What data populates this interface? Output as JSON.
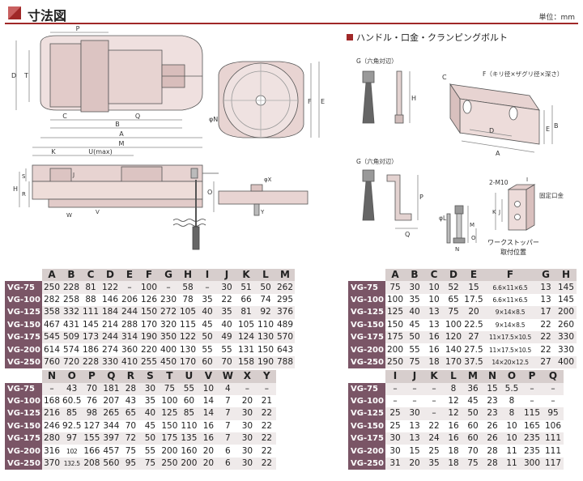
{
  "header": {
    "title": "寸法図",
    "unit": "単位：mm",
    "accent_color": "#a02828"
  },
  "drawings": {
    "section_title": "ハンドル・口金・クランピングボルト",
    "top_view_labels": {
      "P": "P",
      "D": "D",
      "T": "T",
      "C": "C",
      "Q": "Q",
      "B": "B",
      "A": "A"
    },
    "round_base_labels": {
      "phiN": "φN",
      "E": "E",
      "F": "F"
    },
    "side_view_labels": {
      "K": "K",
      "U": "U(max)",
      "M": "M",
      "H": "H",
      "S": "S",
      "R": "R",
      "J": "J",
      "W": "W",
      "V": "V",
      "O": "O",
      "X": "φX",
      "Y": "Y"
    },
    "handle_labels": {
      "G_top": "G（六角対辺）",
      "H": "H",
      "G_bottom": "G（六角対辺）",
      "P": "P",
      "Q": "Q"
    },
    "jaw_labels": {
      "C": "C",
      "F": "F（キリ径×ザグリ径×深さ）",
      "D": "D",
      "A": "A",
      "E": "E",
      "B": "B"
    },
    "bolt_labels": {
      "phiL": "φL",
      "N": "N",
      "M": "M",
      "O": "O"
    },
    "stopper_labels": {
      "thread": "2-M10",
      "I": "I",
      "K": "K",
      "J": "J",
      "fixed_jaw": "固定口金",
      "caption_1": "ワークストッパー",
      "caption_2": "取付位置"
    }
  },
  "table_left_1": {
    "headers": [
      "A",
      "B",
      "C",
      "D",
      "E",
      "F",
      "G",
      "H",
      "I",
      "J",
      "K",
      "L",
      "M"
    ],
    "rows": [
      {
        "model": "VG-75",
        "values": [
          "250",
          "228",
          "81",
          "122",
          "–",
          "100",
          "–",
          "58",
          "–",
          "30",
          "51",
          "50",
          "262"
        ]
      },
      {
        "model": "VG-100",
        "values": [
          "282",
          "258",
          "88",
          "146",
          "206",
          "126",
          "230",
          "78",
          "35",
          "22",
          "66",
          "74",
          "295"
        ]
      },
      {
        "model": "VG-125",
        "values": [
          "358",
          "332",
          "111",
          "184",
          "244",
          "150",
          "272",
          "105",
          "40",
          "35",
          "81",
          "92",
          "376"
        ]
      },
      {
        "model": "VG-150",
        "values": [
          "467",
          "431",
          "145",
          "214",
          "288",
          "170",
          "320",
          "115",
          "45",
          "40",
          "105",
          "110",
          "489"
        ]
      },
      {
        "model": "VG-175",
        "values": [
          "545",
          "509",
          "173",
          "244",
          "314",
          "190",
          "350",
          "122",
          "50",
          "49",
          "124",
          "130",
          "570"
        ]
      },
      {
        "model": "VG-200",
        "values": [
          "614",
          "574",
          "186",
          "274",
          "360",
          "220",
          "400",
          "130",
          "55",
          "55",
          "131",
          "150",
          "643"
        ]
      },
      {
        "model": "VG-250",
        "values": [
          "760",
          "720",
          "228",
          "330",
          "410",
          "255",
          "450",
          "170",
          "60",
          "70",
          "158",
          "190",
          "788"
        ]
      }
    ]
  },
  "table_left_2": {
    "headers": [
      "N",
      "O",
      "P",
      "Q",
      "R",
      "S",
      "T",
      "U",
      "V",
      "W",
      "X",
      "Y"
    ],
    "rows": [
      {
        "model": "VG-75",
        "values": [
          "–",
          "43",
          "70",
          "181",
          "28",
          "30",
          "75",
          "55",
          "10",
          "4",
          "–",
          "–"
        ]
      },
      {
        "model": "VG-100",
        "values": [
          "168",
          "60.5",
          "76",
          "207",
          "43",
          "35",
          "100",
          "60",
          "14",
          "7",
          "20",
          "21"
        ]
      },
      {
        "model": "VG-125",
        "values": [
          "216",
          "85",
          "98",
          "265",
          "65",
          "40",
          "125",
          "85",
          "14",
          "7",
          "30",
          "22"
        ]
      },
      {
        "model": "VG-150",
        "values": [
          "246",
          "92.5",
          "127",
          "344",
          "70",
          "45",
          "150",
          "110",
          "16",
          "7",
          "30",
          "22"
        ]
      },
      {
        "model": "VG-175",
        "values": [
          "280",
          "97",
          "155",
          "397",
          "72",
          "50",
          "175",
          "135",
          "16",
          "7",
          "30",
          "22"
        ]
      },
      {
        "model": "VG-200",
        "values": [
          "316",
          "102",
          "166",
          "457",
          "75",
          "55",
          "200",
          "160",
          "20",
          "6",
          "30",
          "22"
        ]
      },
      {
        "model": "VG-250",
        "values": [
          "370",
          "132.5",
          "208",
          "560",
          "95",
          "75",
          "250",
          "200",
          "20",
          "6",
          "30",
          "22"
        ]
      }
    ]
  },
  "table_right_1": {
    "headers": [
      "A",
      "B",
      "C",
      "D",
      "E",
      "F",
      "G",
      "H"
    ],
    "rows": [
      {
        "model": "VG-75",
        "values": [
          "75",
          "30",
          "10",
          "52",
          "15",
          "6.6×11×6.5",
          "13",
          "145"
        ]
      },
      {
        "model": "VG-100",
        "values": [
          "100",
          "35",
          "10",
          "65",
          "17.5",
          "6.6×11×6.5",
          "13",
          "145"
        ]
      },
      {
        "model": "VG-125",
        "values": [
          "125",
          "40",
          "13",
          "75",
          "20",
          "9×14×8.5",
          "17",
          "200"
        ]
      },
      {
        "model": "VG-150",
        "values": [
          "150",
          "45",
          "13",
          "100",
          "22.5",
          "9×14×8.5",
          "22",
          "260"
        ]
      },
      {
        "model": "VG-175",
        "values": [
          "175",
          "50",
          "16",
          "120",
          "27",
          "11×17.5×10.5",
          "22",
          "330"
        ]
      },
      {
        "model": "VG-200",
        "values": [
          "200",
          "55",
          "16",
          "140",
          "27.5",
          "11×17.5×10.5",
          "22",
          "330"
        ]
      },
      {
        "model": "VG-250",
        "values": [
          "250",
          "75",
          "18",
          "170",
          "37.5",
          "14×20×12.5",
          "27",
          "400"
        ]
      }
    ]
  },
  "table_right_2": {
    "headers": [
      "I",
      "J",
      "K",
      "L",
      "M",
      "N",
      "O",
      "P",
      "Q"
    ],
    "rows": [
      {
        "model": "VG-75",
        "values": [
          "–",
          "–",
          "–",
          "8",
          "36",
          "15",
          "5.5",
          "–",
          "–"
        ]
      },
      {
        "model": "VG-100",
        "values": [
          "–",
          "–",
          "–",
          "12",
          "45",
          "23",
          "8",
          "–",
          "–"
        ]
      },
      {
        "model": "VG-125",
        "values": [
          "25",
          "30",
          "–",
          "12",
          "50",
          "23",
          "8",
          "115",
          "95"
        ]
      },
      {
        "model": "VG-150",
        "values": [
          "25",
          "13",
          "22",
          "16",
          "60",
          "26",
          "10",
          "165",
          "106"
        ]
      },
      {
        "model": "VG-175",
        "values": [
          "30",
          "13",
          "24",
          "16",
          "60",
          "26",
          "10",
          "235",
          "111"
        ]
      },
      {
        "model": "VG-200",
        "values": [
          "30",
          "15",
          "25",
          "18",
          "70",
          "28",
          "11",
          "235",
          "111"
        ]
      },
      {
        "model": "VG-250",
        "values": [
          "31",
          "20",
          "35",
          "18",
          "75",
          "28",
          "11",
          "300",
          "117"
        ]
      }
    ]
  }
}
